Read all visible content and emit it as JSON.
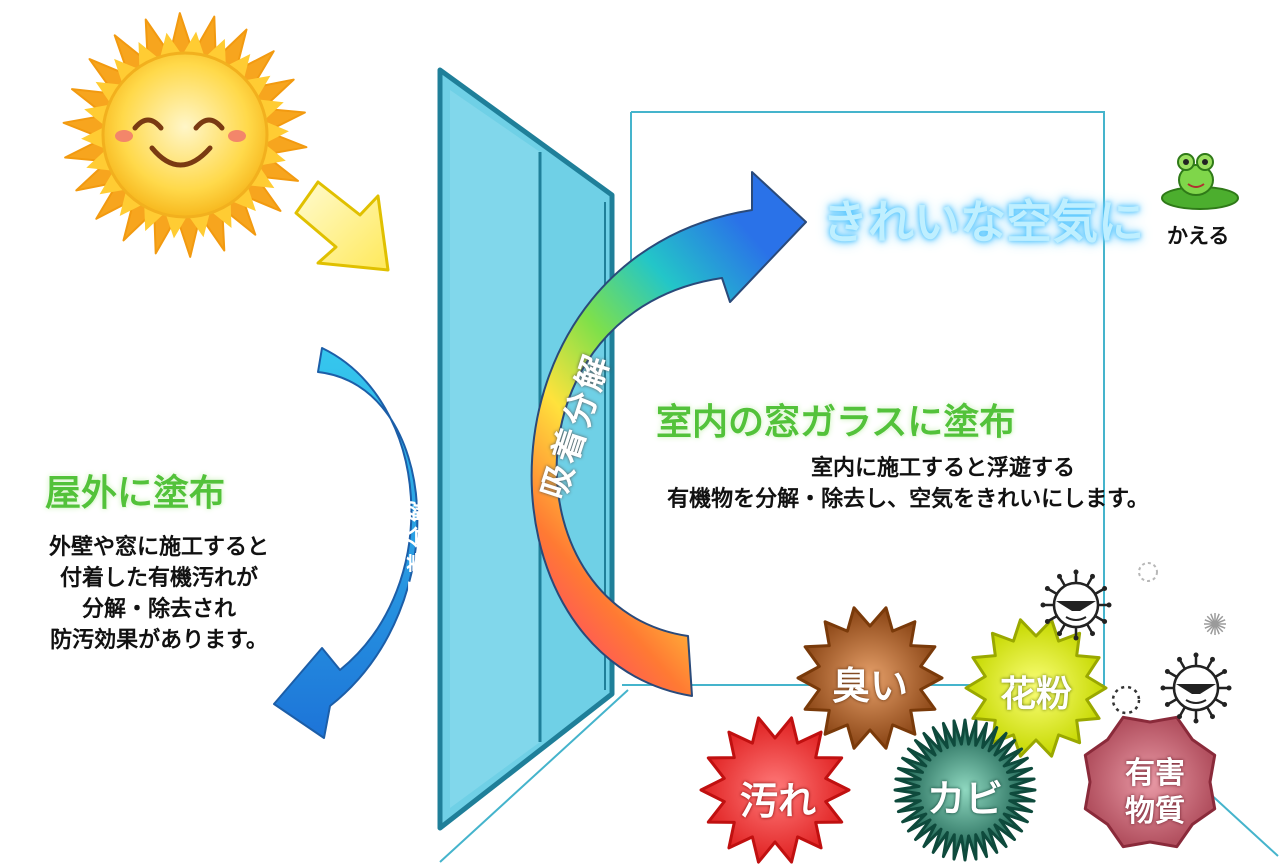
{
  "outdoor": {
    "heading": "屋外に塗布",
    "lines": [
      "外壁や窓に施工すると",
      "付着した有機汚れが",
      "分解・除去され",
      "防汚効果があります。"
    ],
    "arrow_label": "吸着分解"
  },
  "indoor": {
    "heading": "室内の窓ガラスに塗布",
    "lines": [
      "室内に施工すると浮遊する",
      "有機物を分解・除去し、空気をきれいにします。"
    ],
    "arrow_label": "吸着分解"
  },
  "clean_air": {
    "text": "きれいな空気に",
    "caption": "かえる"
  },
  "pollutants": {
    "smell": "臭い",
    "pollen": "花粉",
    "dirt": "汚れ",
    "mold": "カビ",
    "harmful": [
      "有害",
      "物質"
    ]
  },
  "colors": {
    "heading_green": "#53c23a",
    "glass": "#6fd0e6",
    "glass_border": "#1f7f99",
    "clean_air_glow": "#5bc8ff"
  }
}
